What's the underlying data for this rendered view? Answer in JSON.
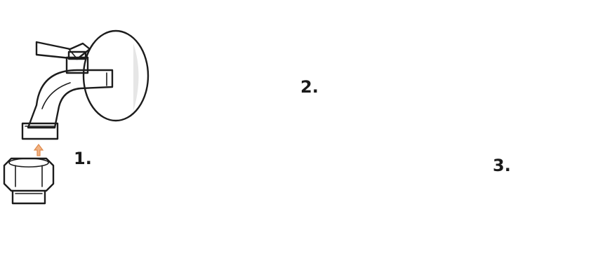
{
  "steps": [
    {
      "number": "1."
    },
    {
      "number": "2."
    },
    {
      "number": "3."
    }
  ],
  "colors": {
    "line": "#1c1c1c",
    "arrow": "#f0b283",
    "shade": "#e6e6e6",
    "background": "#ffffff"
  }
}
